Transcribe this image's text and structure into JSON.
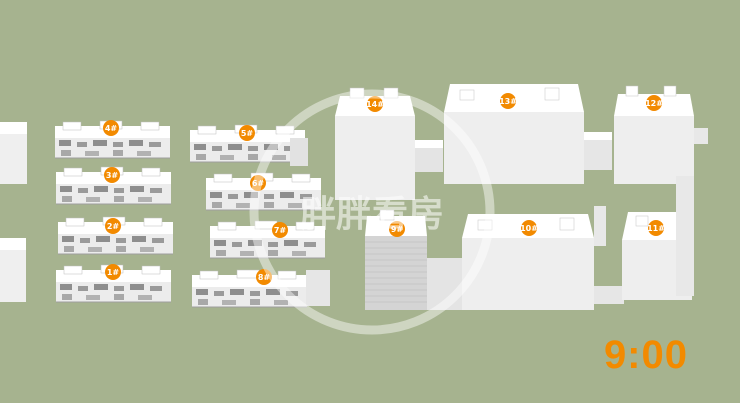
{
  "scene": {
    "ground_color": "#a6b38f",
    "building_color": "#ffffff",
    "marker_color": "#f28a00",
    "time": "9:00",
    "watermark_text": "胖胖看房"
  },
  "buildings": {
    "b1": "1#",
    "b2": "2#",
    "b3": "3#",
    "b4": "4#",
    "b5": "5#",
    "b6": "6#",
    "b7": "7#",
    "b8": "8#",
    "b9": "9#",
    "b10": "10#",
    "b11": "11#",
    "b12": "12#",
    "b13": "13#",
    "b14": "14#"
  }
}
